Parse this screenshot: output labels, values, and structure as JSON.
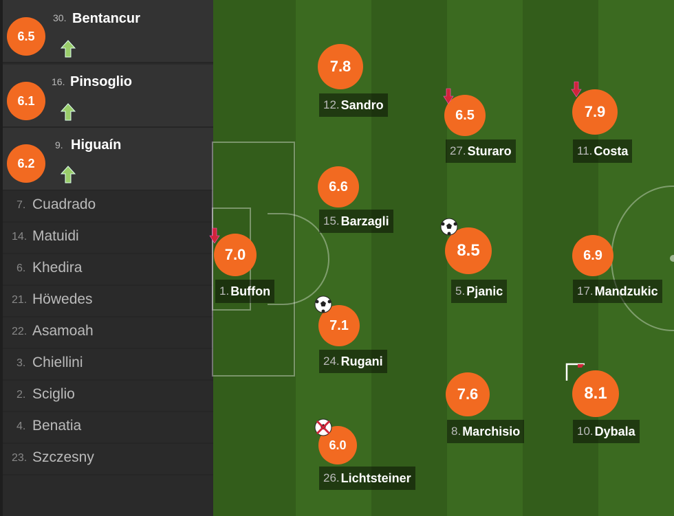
{
  "colors": {
    "rating_bubble": "#f26a21",
    "sub_in_arrow": "#9acd6a",
    "sub_out_arrow": "#d0253a",
    "pitch_dark": "#335d1b",
    "pitch_light": "#3b6a20",
    "sidebar_bg": "#2a2a2a"
  },
  "substitutes": [
    {
      "rating": "6.5",
      "number": "30.",
      "name": "Bentancur",
      "icon": "sub-in-arrow-icon"
    },
    {
      "rating": "6.1",
      "number": "16.",
      "name": "Pinsoglio",
      "icon": "sub-in-arrow-icon"
    },
    {
      "rating": "6.2",
      "number": "9.",
      "name": "Higuaín",
      "icon": "sub-in-arrow-icon"
    }
  ],
  "bench": [
    {
      "number": "7.",
      "name": "Cuadrado"
    },
    {
      "number": "14.",
      "name": "Matuidi"
    },
    {
      "number": "6.",
      "name": "Khedira"
    },
    {
      "number": "21.",
      "name": "Höwedes"
    },
    {
      "number": "22.",
      "name": "Asamoah"
    },
    {
      "number": "3.",
      "name": "Chiellini"
    },
    {
      "number": "2.",
      "name": "Sciglio"
    },
    {
      "number": "4.",
      "name": "Benatia"
    },
    {
      "number": "23.",
      "name": "Szczesny"
    }
  ],
  "lineup": {
    "buffon": {
      "rating": "7.0",
      "number": "1.",
      "name": "Buffon",
      "icon": "sub-out-arrow-icon"
    },
    "sandro": {
      "rating": "7.8",
      "number": "12.",
      "name": "Sandro"
    },
    "barzagli": {
      "rating": "6.6",
      "number": "15.",
      "name": "Barzagli"
    },
    "rugani": {
      "rating": "7.1",
      "number": "24.",
      "name": "Rugani",
      "icon": "goal-ball-icon"
    },
    "lichtsteiner": {
      "rating": "6.0",
      "number": "26.",
      "name": "Lichtsteiner",
      "icon": "own-goal-ball-icon"
    },
    "sturaro": {
      "rating": "6.5",
      "number": "27.",
      "name": "Sturaro",
      "icon": "sub-out-arrow-icon"
    },
    "pjanic": {
      "rating": "8.5",
      "number": "5.",
      "name": "Pjanic",
      "icon": "goal-ball-icon"
    },
    "marchisio": {
      "rating": "7.6",
      "number": "8.",
      "name": "Marchisio"
    },
    "costa": {
      "rating": "7.9",
      "number": "11.",
      "name": "Costa",
      "icon": "sub-out-arrow-icon"
    },
    "mandzukic": {
      "rating": "6.9",
      "number": "17.",
      "name": "Mandzukic"
    },
    "dybala": {
      "rating": "8.1",
      "number": "10.",
      "name": "Dybala",
      "icon": "corner-flag-icon"
    }
  }
}
